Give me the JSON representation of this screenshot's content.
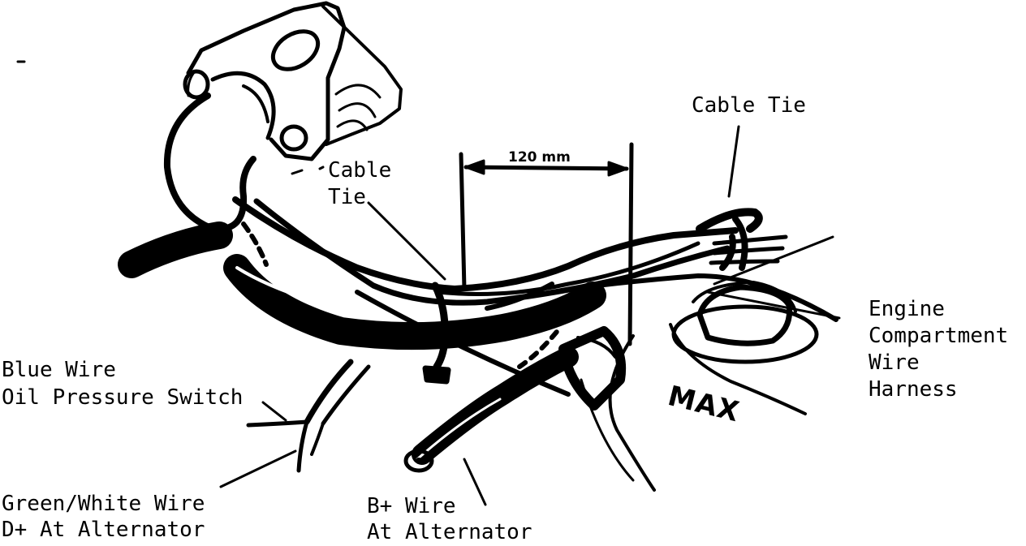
{
  "diagram": {
    "labels": {
      "cable_tie_top": "Cable Tie",
      "cable_tie_mid_line1": "Cable",
      "cable_tie_mid_line2": "Tie",
      "dimension": "120 mm",
      "engine_harness_line1": "Engine",
      "engine_harness_line2": "Compartment",
      "engine_harness_line3": "Wire",
      "engine_harness_line4": "Harness",
      "blue_wire_line1": "Blue Wire",
      "blue_wire_line2": "Oil Pressure Switch",
      "green_white_line1": "Green/White Wire",
      "green_white_line2": "D+ At Alternator",
      "b_plus_line1": "B+ Wire",
      "b_plus_line2": "At Alternator",
      "reservoir_mark": "MAX"
    },
    "ink_color": "#000000",
    "paper_color": "#ffffff"
  }
}
